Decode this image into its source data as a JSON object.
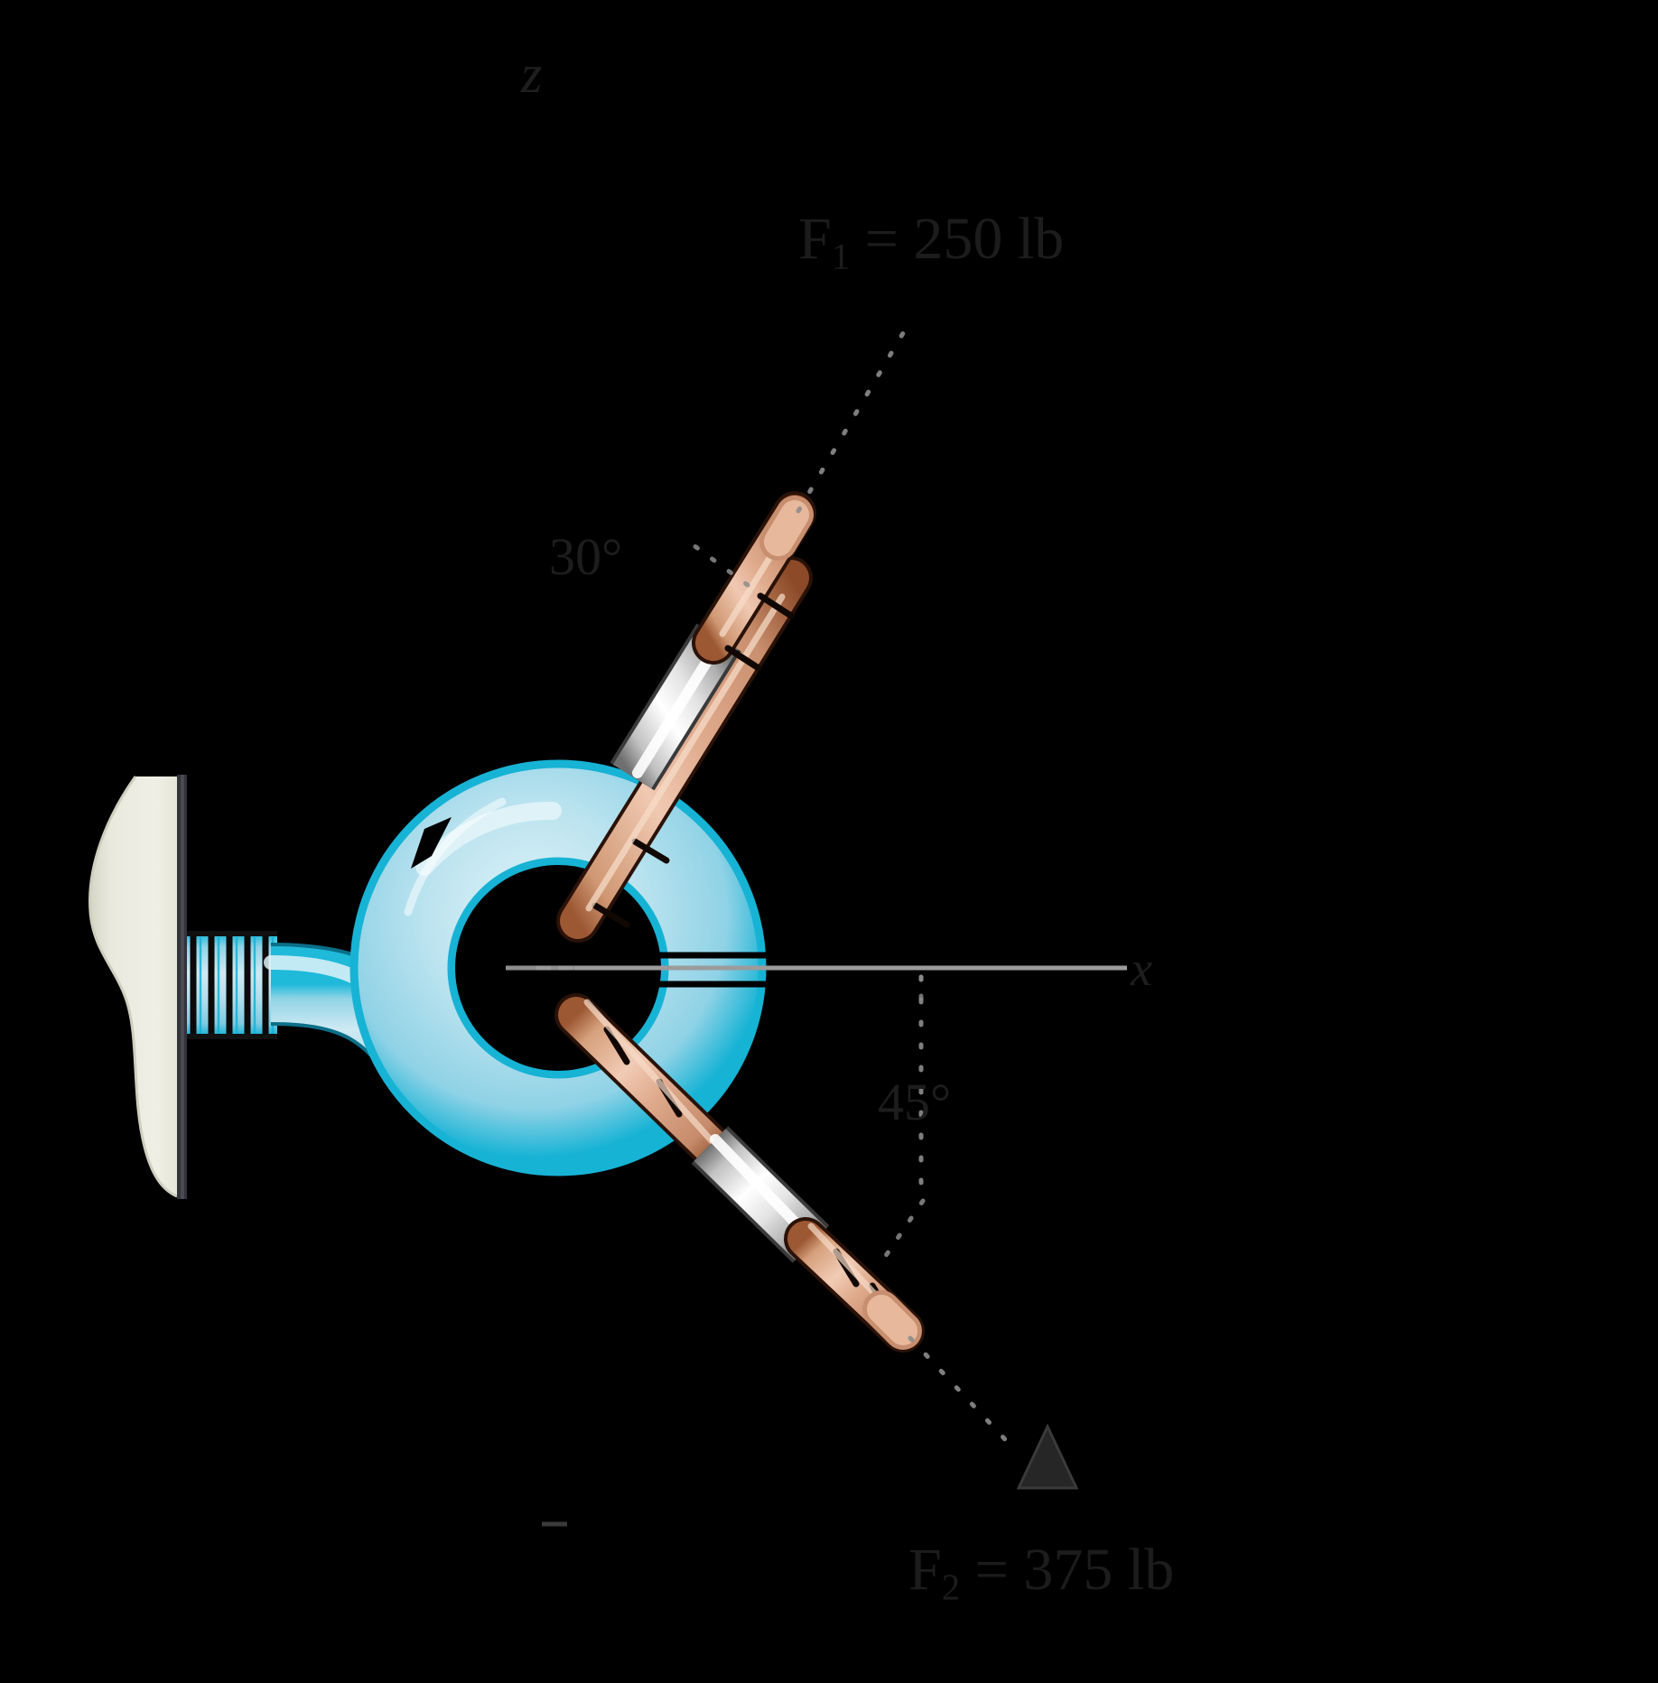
{
  "figure": {
    "title": "Eyebolt with two rope forces",
    "background_color": "#000000"
  },
  "axes": {
    "z_label": "z",
    "x_label": "x"
  },
  "forces": [
    {
      "id": "F1",
      "label": "F₁ = 250 lb",
      "label_main": "F",
      "label_sub": "1",
      "label_rest": " = 250 lb",
      "magnitude": 250,
      "unit": "lb",
      "angle_label": "30°",
      "angle_value": 30,
      "angle_from": "x-axis",
      "direction": "up-right"
    },
    {
      "id": "F2",
      "label": "F₂ = 375 lb",
      "label_main": "F",
      "label_sub": "2",
      "label_rest": " = 375 lb",
      "magnitude": 375,
      "unit": "lb",
      "angle_label": "45°",
      "angle_value": 45,
      "angle_from": "x-axis",
      "direction": "down-right"
    }
  ],
  "colors": {
    "background": "#000000",
    "eyebolt_light": "#bfe4ef",
    "eyebolt_mid": "#a3d8e8",
    "eyebolt_outline": "#13b5d6",
    "eyebolt_highlight": "#dcf1f7",
    "rope": "#d9a187",
    "rope_light": "#edbda6",
    "rope_dark": "#8a4a2e",
    "turnbuckle_light": "#ffffff",
    "turnbuckle_mid": "#c9c9c9",
    "turnbuckle_dark": "#8e8e8e",
    "wall": "#e8e8dc",
    "wall_shadow": "#c9c9b8",
    "wall_edge": "#3a3a42",
    "axis_line": "#9a9a9a",
    "text": "#1c1c1c"
  },
  "wall": {
    "name": "mounting-wall"
  },
  "eyebolt": {
    "name": "eyebolt-ring"
  }
}
